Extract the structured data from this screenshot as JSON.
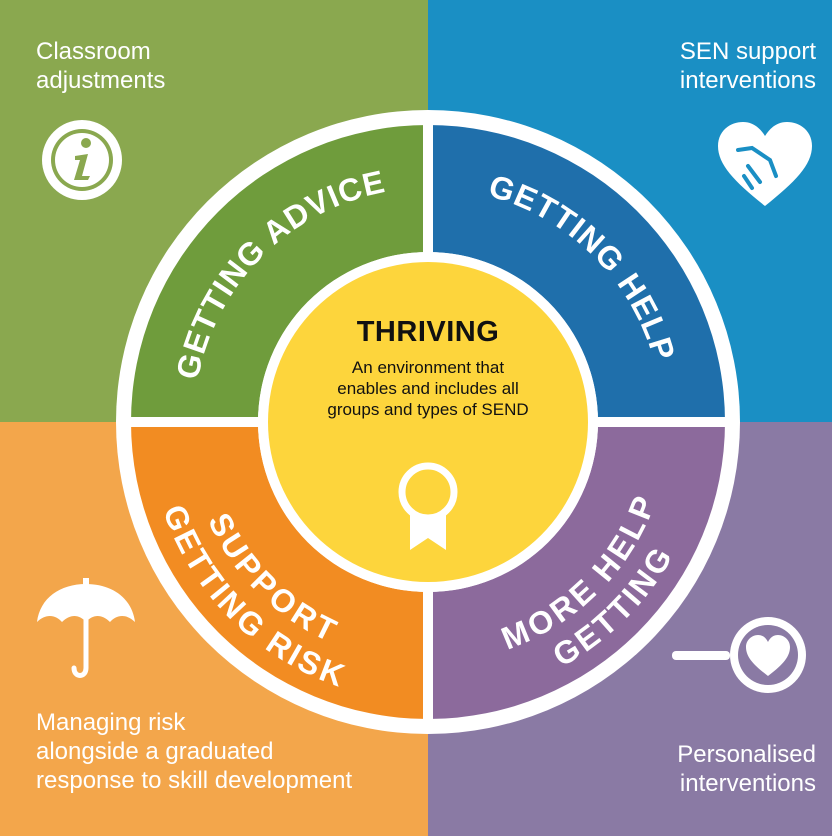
{
  "corners": {
    "top_left": "Classroom\nadjustments",
    "top_right": "SEN support\ninterventions",
    "bottom_left": "Managing risk\nalongside a graduated\nresponse to skill development",
    "bottom_right": "Personalised\ninterventions"
  },
  "segments": {
    "advice": "GETTING ADVICE",
    "help": "GETTING HELP",
    "risk_line1": "GETTING RISK",
    "risk_line2": "SUPPORT",
    "more_line1": "GETTING",
    "more_line2": "MORE HELP"
  },
  "center": {
    "title": "THRIVING",
    "description": "An environment that\nenables and includes all\ngroups and types of SEND"
  },
  "colors": {
    "advice": "#6f9c3c",
    "help": "#1f6fab",
    "risk": "#f28c22",
    "more_help": "#8c6a9c",
    "center": "#fdd53c"
  },
  "icons": {
    "top_left": "info-icon",
    "top_right": "heart-handshake-icon",
    "bottom_left": "umbrella-icon",
    "bottom_right": "magnifier-heart-icon",
    "center": "award-ribbon-icon"
  }
}
